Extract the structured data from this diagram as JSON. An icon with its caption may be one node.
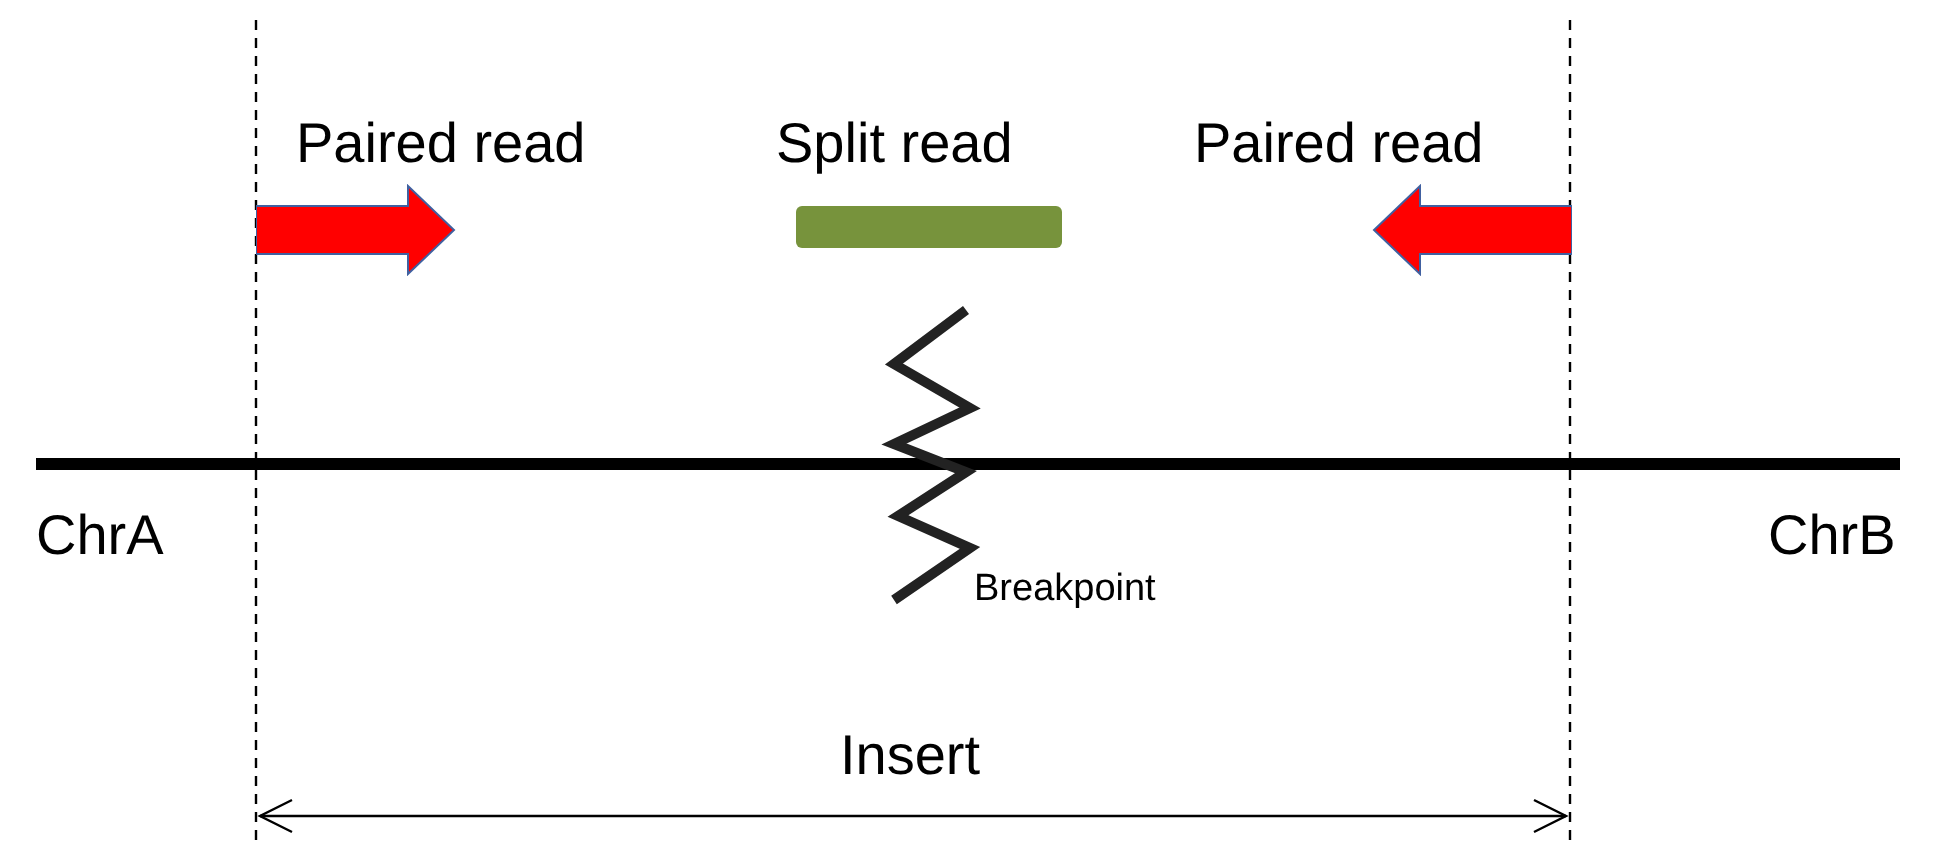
{
  "diagram": {
    "nodes": [
      {
        "text": [
          "Paired read"
        ]
      },
      {
        "text": [
          "Split read"
        ]
      },
      {
        "text": [
          "Paired read"
        ]
      }
    ],
    "labels": [
      "ChrA",
      "ChrB",
      "Breakpoint",
      "Insert"
    ]
  }
}
